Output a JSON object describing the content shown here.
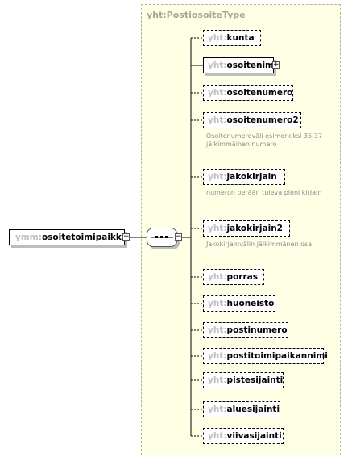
{
  "type_name": "yht:PostiosoiteType",
  "root": {
    "prefix": "ymm:",
    "name": "osoitetoimipaikka"
  },
  "elements": [
    {
      "prefix": "yht:",
      "name": "kunta",
      "optional": true,
      "expandable": false,
      "annotation": ""
    },
    {
      "prefix": "yht:",
      "name": "osoitenimi",
      "optional": false,
      "expandable": true,
      "annotation": ""
    },
    {
      "prefix": "yht:",
      "name": "osoitenumero",
      "optional": true,
      "expandable": false,
      "annotation": ""
    },
    {
      "prefix": "yht:",
      "name": "osoitenumero2",
      "optional": true,
      "expandable": false,
      "annotation": "Osoitenumeroväli esimerkiksi 35-37 jälkimmäinen numero"
    },
    {
      "prefix": "yht:",
      "name": "jakokirjain",
      "optional": true,
      "expandable": false,
      "annotation": "numeron perään tuleva pieni kirjain"
    },
    {
      "prefix": "yht:",
      "name": "jakokirjain2",
      "optional": true,
      "expandable": false,
      "annotation": "Jakokirjainvälin jälkimmänen osa"
    },
    {
      "prefix": "yht:",
      "name": "porras",
      "optional": true,
      "expandable": false,
      "annotation": ""
    },
    {
      "prefix": "yht:",
      "name": "huoneisto",
      "optional": true,
      "expandable": false,
      "annotation": ""
    },
    {
      "prefix": "yht:",
      "name": "postinumero",
      "optional": true,
      "expandable": false,
      "annotation": ""
    },
    {
      "prefix": "yht:",
      "name": "postitoimipaikannimi",
      "optional": true,
      "expandable": false,
      "annotation": ""
    },
    {
      "prefix": "yht:",
      "name": "pistesijainti",
      "optional": true,
      "expandable": false,
      "annotation": ""
    },
    {
      "prefix": "yht:",
      "name": "aluesijainti",
      "optional": true,
      "expandable": false,
      "annotation": ""
    },
    {
      "prefix": "yht:",
      "name": "viivasijainti",
      "optional": true,
      "expandable": false,
      "annotation": ""
    }
  ]
}
